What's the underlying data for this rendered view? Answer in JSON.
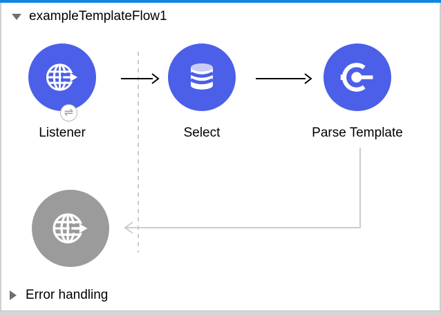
{
  "flow": {
    "title": "exampleTemplateFlow1",
    "state": "expanded"
  },
  "nodes": {
    "listener": {
      "label": "Listener",
      "icon": "globe-arrow-icon",
      "badge_glyph": "⇌"
    },
    "select": {
      "label": "Select",
      "icon": "database-icon"
    },
    "parse_template": {
      "label": "Parse Template",
      "icon": "parse-template-icon"
    },
    "listener_response": {
      "label": "",
      "icon": "globe-arrow-icon"
    }
  },
  "error_handling": {
    "label": "Error handling",
    "state": "collapsed"
  },
  "colors": {
    "accent_top_bar": "#0e87e0",
    "node_blue": "#4c5fe8",
    "node_gray": "#9b9b9b",
    "db_top": "#c9cdf6",
    "connector_black": "#000000",
    "connector_gray": "#cccccc",
    "guide_dash": "#c9c9c9",
    "frame_border": "#cfcfcf",
    "triangle_gray": "#6f6f6f",
    "label_text": "#000000"
  }
}
